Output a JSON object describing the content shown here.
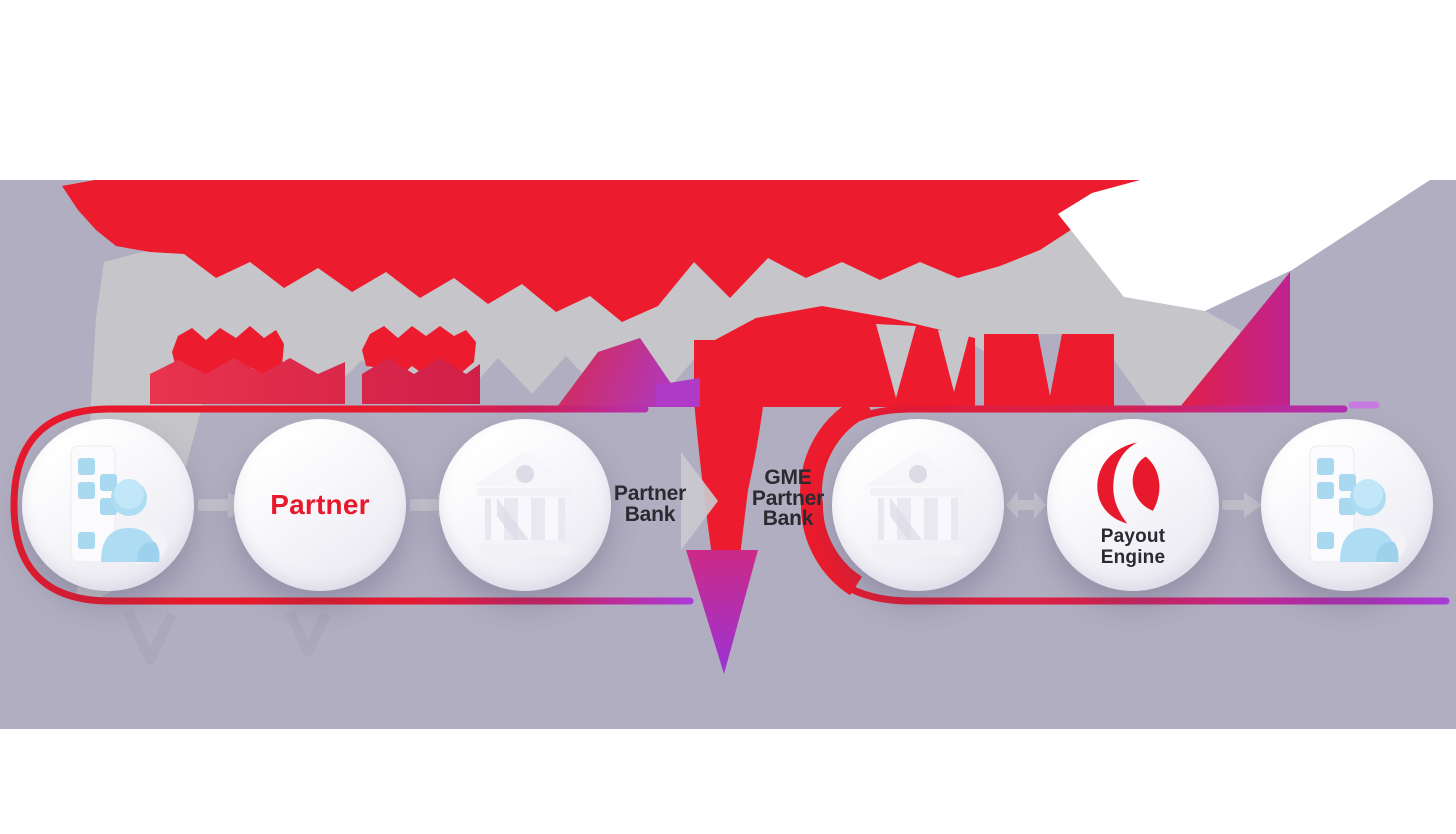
{
  "diagram": {
    "description": "GME Payout Engine remittance flow infographic with six nodes on a lavender band, distorted red/gray title artwork above",
    "flow_direction": "left-to-right"
  },
  "labels": {
    "partner": "Partner",
    "partner_bank": [
      "Partner",
      "Bank"
    ],
    "gme_partner_bank": [
      "GME",
      "Partner",
      "Bank"
    ],
    "payout_engine": [
      "Payout",
      "Engine"
    ]
  },
  "nodes": [
    {
      "id": "sender",
      "icon": "building-person-icon"
    },
    {
      "id": "partner",
      "text": "Partner"
    },
    {
      "id": "partner-bank",
      "icon": "bank-icon"
    },
    {
      "id": "gme-partner-bank",
      "icon": "bank-icon"
    },
    {
      "id": "payout-engine",
      "icon": "gme-logo-icon",
      "text": "Payout Engine"
    },
    {
      "id": "receiver",
      "icon": "building-person-icon"
    }
  ],
  "colors": {
    "background": "#ffffff",
    "band": "#b1aec1",
    "title_red": "#ec1b2d",
    "subtitle_gray": "#c6c5c9",
    "accent_purple": "#a93bd6",
    "accent_magenta": "#c02390",
    "label_dark": "#2b2a31",
    "partner_red": "#e8192c",
    "arrow_gray": "#c3c2cb",
    "icon_blue": "#aedcf2",
    "circle_fill": "#f4f3f8"
  }
}
